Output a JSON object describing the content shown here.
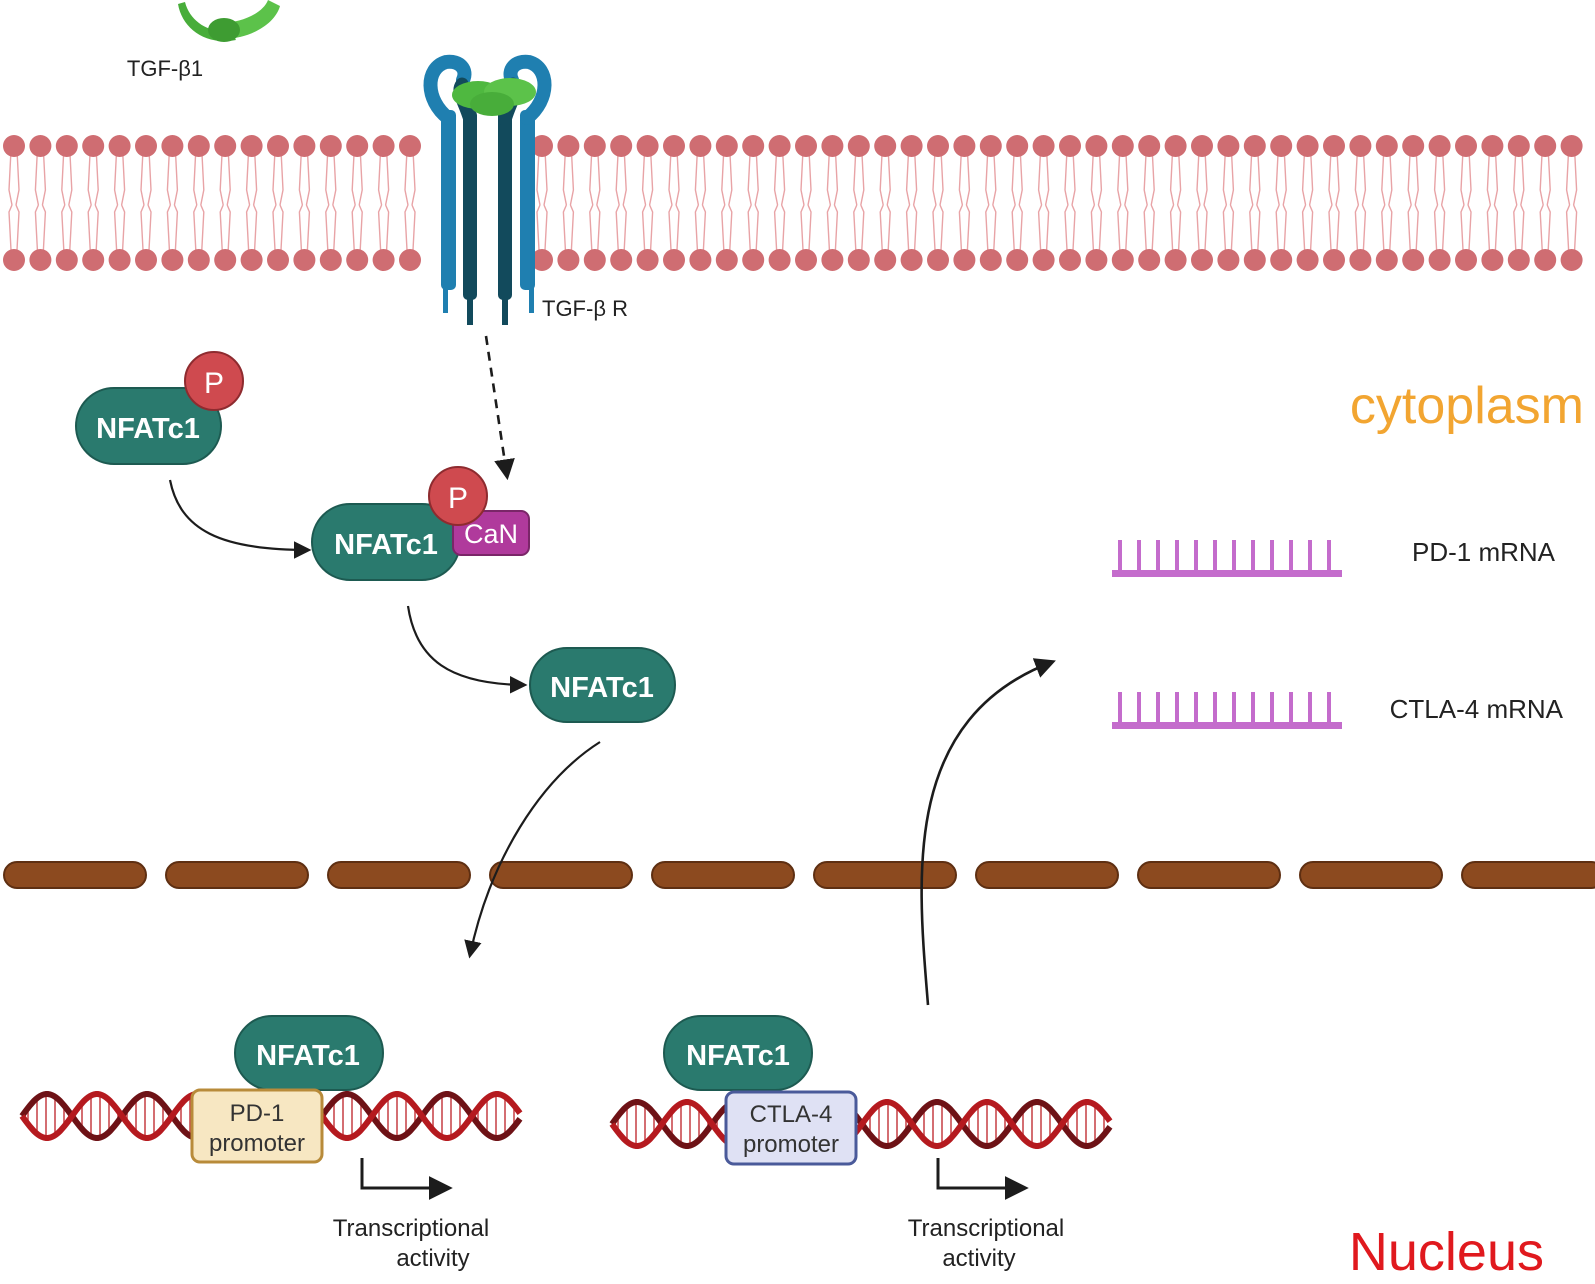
{
  "labels": {
    "ligand": "TGF-β1",
    "receptor": "TGF-β R",
    "cytoplasm": "cytoplasm",
    "nucleus": "Nucleus",
    "nfat_phospho": "NFATc1",
    "nfat_can": "NFATc1",
    "nfat_free": "NFATc1",
    "nfat_pd1": "NFATc1",
    "nfat_ctla4": "NFATc1",
    "phospho_1": "P",
    "phospho_2": "P",
    "calcineurin": "CaN",
    "pd1_mrna": "PD-1 mRNA",
    "ctla4_mrna": "CTLA-4 mRNA",
    "pd1_promoter_line1": "PD-1",
    "pd1_promoter_line2": "promoter",
    "ctla4_promoter_line1": "CTLA-4",
    "ctla4_promoter_line2": "promoter",
    "transcription_1_line1": "Transcriptional",
    "transcription_1_line2": "activity",
    "transcription_2_line1": "Transcriptional",
    "transcription_2_line2": "activity"
  },
  "colors": {
    "nfat": "#2a7a6e",
    "phospho": "#cf4a4f",
    "calcineurin": "#b03a9c",
    "lipid_head": "#cf6d72",
    "lipid_tail": "#e8a3a6",
    "receptor_light": "#1f7fb0",
    "receptor_dark": "#124a5c",
    "ligand": "#5cc24a",
    "mrna": "#c46ccc",
    "nuclear_envelope": "#8c4a1f",
    "dna_strand": "#b51a1f",
    "dna_strand_dark": "#6e1216",
    "pd1_promoter": "#f7e7c2",
    "ctla4_promoter": "#dfe1f4",
    "cytoplasm_label": "#f2a531",
    "nucleus_label": "#e0191e",
    "arrow": "#1c1c1c"
  }
}
